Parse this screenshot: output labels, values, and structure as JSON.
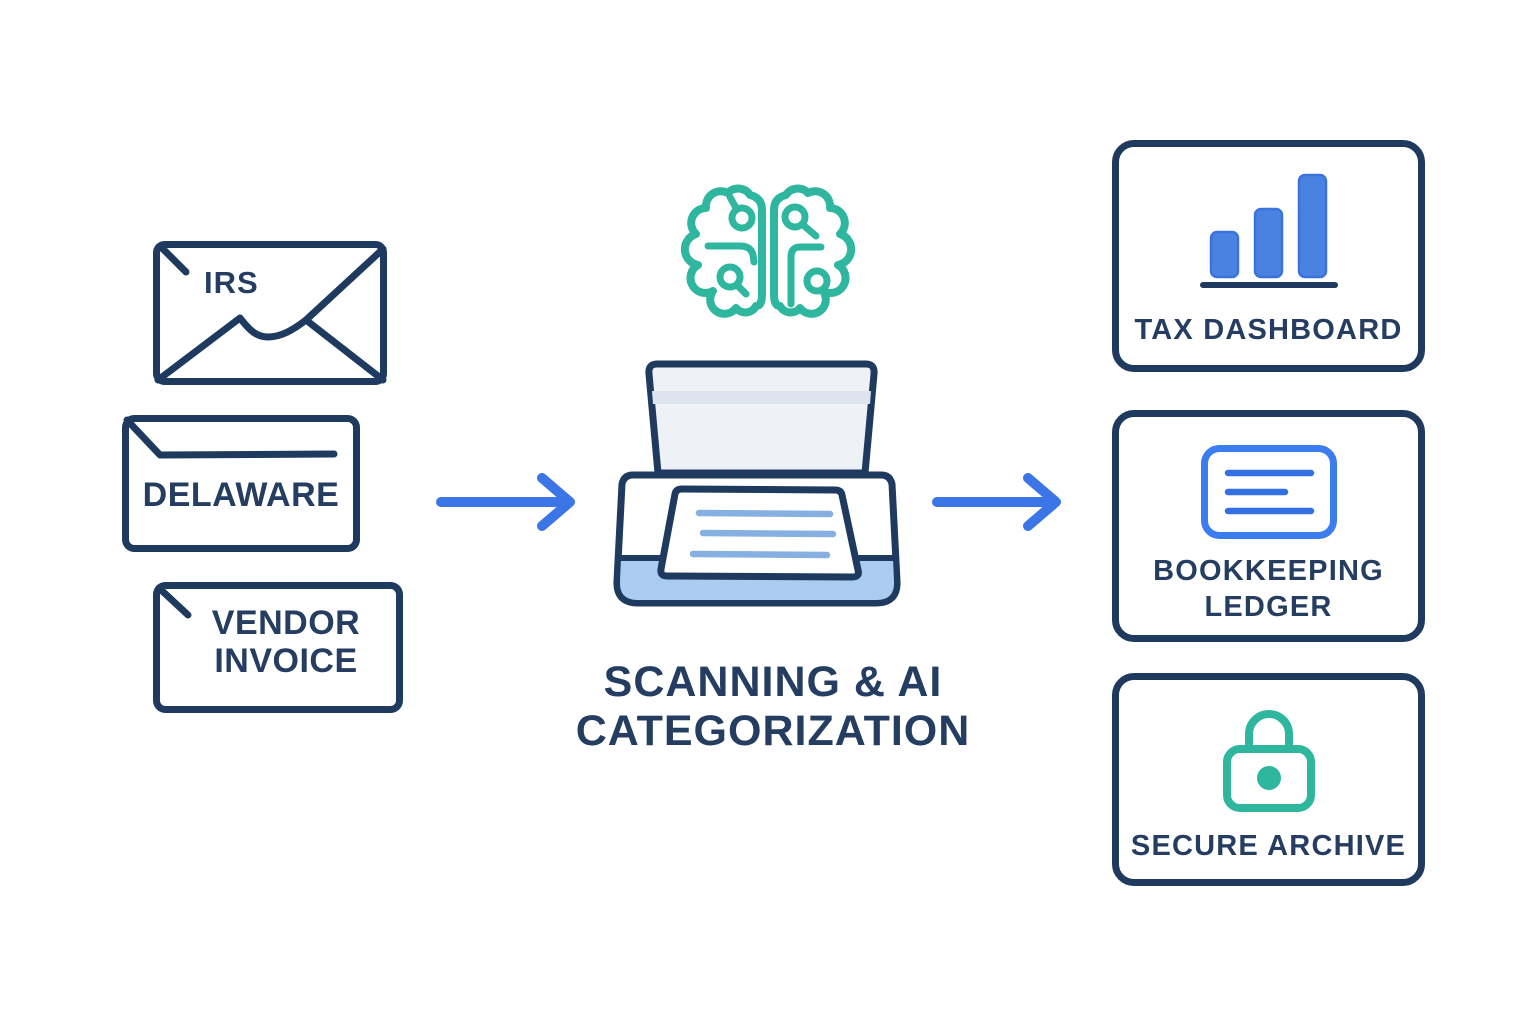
{
  "colors": {
    "navy": "#1e3a5e",
    "ink": "#243d60",
    "blue": "#3c76e6",
    "bar_fill": "#4a82e2",
    "bar_edge": "#3a73dc",
    "ledger_blue": "#3b7cee",
    "ledger_line": "#3370e4",
    "teal": "#2eb69e",
    "light_blue": "#abccf1",
    "doc_line_blue": "#86afe2",
    "lid_gray": "#eef2f7",
    "lid_strip": "#dde4ed",
    "bg": "#ffffff"
  },
  "sources": {
    "irs": {
      "label": "IRS",
      "icon": "envelope-icon"
    },
    "delaware": {
      "label": "DELAWARE",
      "icon": "letter-document-icon"
    },
    "vendor": {
      "label_line1": "VENDOR",
      "label_line2": "INVOICE",
      "icon": "document-icon"
    }
  },
  "flow": {
    "arrow1_icon": "arrow-right-icon",
    "arrow2_icon": "arrow-right-icon"
  },
  "process": {
    "brain_icon": "ai-brain-icon",
    "scanner_icon": "scanner-icon",
    "caption_line1": "SCANNING & AI",
    "caption_line2": "CATEGORIZATION"
  },
  "outputs": {
    "tax": {
      "label": "TAX DASHBOARD",
      "icon": "bar-chart-icon"
    },
    "ledger": {
      "label_line1": "BOOKKEEPING",
      "label_line2": "LEDGER",
      "icon": "ledger-card-icon"
    },
    "archive": {
      "label": "SECURE ARCHIVE",
      "icon": "lock-icon"
    }
  }
}
